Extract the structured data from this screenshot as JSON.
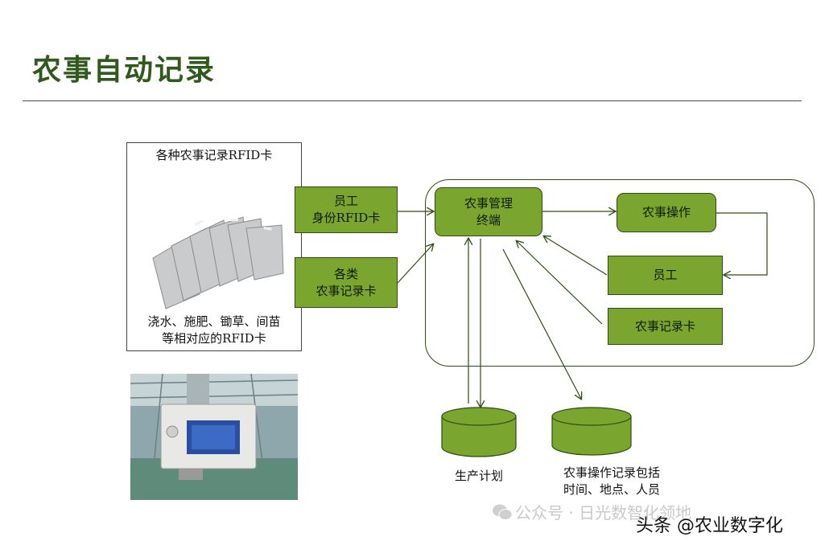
{
  "page": {
    "title": "农事自动记录"
  },
  "rfid_panel": {
    "header": "各种农事记录RFID卡",
    "footer_line1": "浇水、施肥、锄草、间苗",
    "footer_line2": "等相对应的RFID卡"
  },
  "inputs": {
    "employee_card": "员工\n身份RFID卡",
    "farm_record_cards": "各类\n农事记录卡"
  },
  "system": {
    "terminal": "农事管理\n终端",
    "operation": "农事操作",
    "employee": "员工",
    "record_card": "农事记录卡"
  },
  "databases": {
    "plan": "生产计划",
    "records": "农事操作记录包括\n时间、地点、人员"
  },
  "watermark": {
    "channel": "公众号 · 日光数智化领地",
    "source": "头条 @农业数字化"
  },
  "colors": {
    "box_fill": "#7aa52f",
    "box_border": "#2e4d12",
    "title": "#2f5a1c"
  }
}
